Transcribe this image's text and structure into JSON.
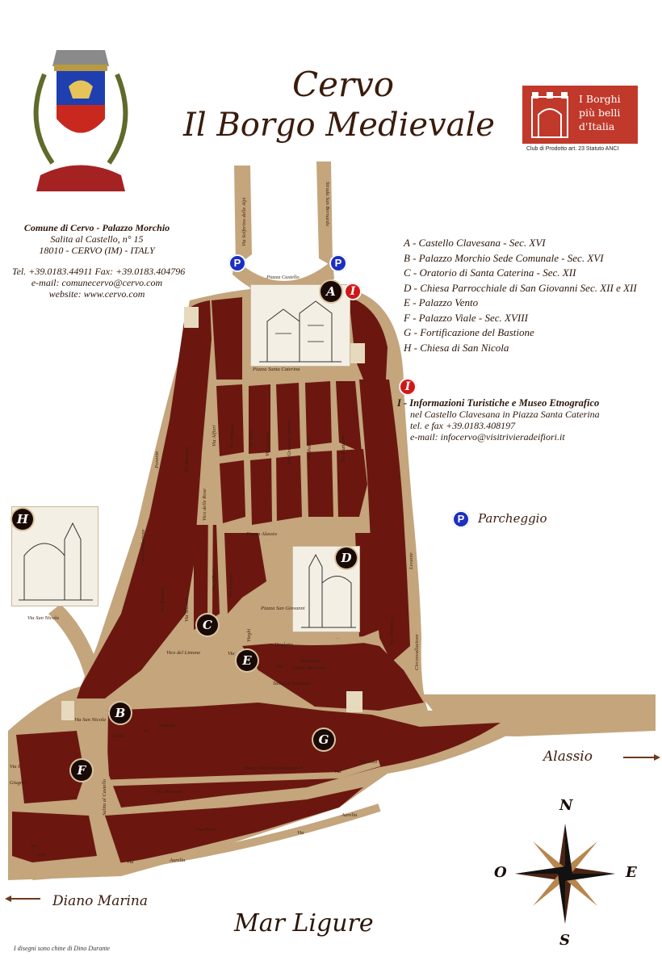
{
  "title": {
    "line1": "Cervo",
    "line2": "Il Borgo Medievale"
  },
  "comune": {
    "name": "Comune di Cervo - Palazzo Morchio",
    "address1": "Salita al Castello, n° 15",
    "address2": "18010 - CERVO (IM) - ITALY",
    "phone": "Tel. +39.0183.44911 Fax: +39.0183.404796",
    "email": "e-mail: comunecervo@cervo.com",
    "website": "website: www.cervo.com"
  },
  "borghi": {
    "line1": "I Borghi",
    "line2": "più belli",
    "line3": "d'Italia",
    "caption": "Club di Prodotto art. 23 Statuto ANCI"
  },
  "legend": [
    "A  -  Castello Clavesana - Sec. XVI",
    "B  -  Palazzo Morchio Sede Comunale - Sec.  XVI",
    "C  -  Oratorio di Santa Caterina - Sec. XII",
    "D  -  Chiesa Parrocchiale di San Giovanni Sec. XII e XII",
    "E  -  Palazzo Vento",
    "F  -  Palazzo Viale - Sec. XVIII",
    "G  -  Fortificazione del Bastione",
    "H  -  Chiesa di San Nicola"
  ],
  "tourist_info": {
    "badge": "I",
    "heading": "I - Informazioni Turistiche e Museo Etnografico",
    "line1": "nel Castello Clavesana in Piazza Santa Caterina",
    "line2": "tel. e fax +39.0183.408197",
    "line3": "e-mail: infocervo@visitrivieradeifiori.it"
  },
  "parking": {
    "badge": "P",
    "label": "Parcheggio"
  },
  "markers": {
    "A": "A",
    "B": "B",
    "C": "C",
    "D": "D",
    "E": "E",
    "F": "F",
    "G": "G",
    "H": "H"
  },
  "destinations": {
    "alassio": "Alassio",
    "diano": "Diano Marina",
    "sea": "Mar Ligure"
  },
  "compass": {
    "n": "N",
    "s": "S",
    "e": "E",
    "o": "O"
  },
  "credit": "I disegni sono chine di Dino Durante",
  "streets": {
    "solferino": "Via Solferino delle Alpi",
    "san_bernardo": "Strada San Bernardo",
    "piazza_castello": "Piazza Castello",
    "piazza_santa_caterina": "Piazza Santa Caterina",
    "ponente": "Ponente",
    "romana1": "Via Romana",
    "alfieri1": "Via Alfieri",
    "foscolo1": "Via Foscolo",
    "volta": "Via Volta",
    "cavour": "Via Cavour",
    "grimaldi": "Via Grimaldi Salineri",
    "pellico": "Via Pellico",
    "matteotti1": "Via Matteotti",
    "circonvallazione1": "Circonvallazione",
    "vico_rose": "Vico delle Rose",
    "piazza_alassio": "Piazza Alassio",
    "levante": "Levante",
    "romana2": "Via Romana",
    "multedo": "Via Multedo",
    "alfieri2": "Via Alfieri",
    "foscolo2": "Via Foscolo",
    "piazza_san_giovanni": "Piazza San Giovanni",
    "vico_pretorio": "Vico Pretorio",
    "circonvallazione2": "Circonvallazione",
    "vico_limone": "Vico del Limone",
    "vieghi": "Vieghi",
    "via1": "Via",
    "vicoletto": "Vicoletto",
    "matteotti2": "Matteotti",
    "via2": "Via",
    "piazza_fiori": "Piazza dei Fiori",
    "salita_bastione": "Salita al Bastione",
    "via_san_nicola_h": "Via San Nicola",
    "via_san_nicola_b": "Via San Nicola",
    "salita": "Salita",
    "al": "al",
    "castello": "Castello",
    "via_ii": "Via II",
    "giugno": "Giugno",
    "salita_castello": "Salita al Castello",
    "via_marconi": "Via Marconi",
    "piazza_vittorio": "Piazza Vittorio Emanuele II",
    "marconi": "Marconi",
    "via3": "Via",
    "aurelia1": "Aurelia",
    "via_piave": "Via Piave",
    "via4": "Via",
    "bus": "bus",
    "stop": "stop",
    "via5": "Via",
    "aurelia2": "Aurelia"
  },
  "colors": {
    "land": "#d9c4a0",
    "blocks": "#6b1710",
    "road": "#c4a57c",
    "parking": "#1c2fbf",
    "info": "#d01818"
  }
}
